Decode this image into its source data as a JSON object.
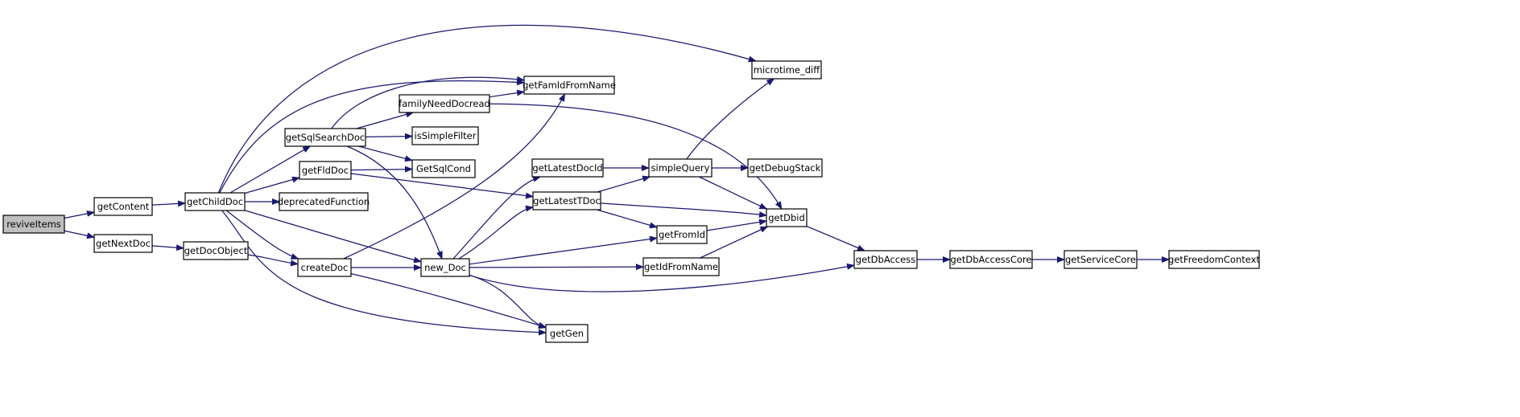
{
  "diagram": {
    "nodes": [
      {
        "id": "reviveItems",
        "label": "reviveItems",
        "root": true
      },
      {
        "id": "getContent",
        "label": "getContent"
      },
      {
        "id": "getNextDoc",
        "label": "getNextDoc"
      },
      {
        "id": "getChildDoc",
        "label": "getChildDoc"
      },
      {
        "id": "getDocObject",
        "label": "getDocObject"
      },
      {
        "id": "getSqlSearchDoc",
        "label": "getSqlSearchDoc"
      },
      {
        "id": "getFldDoc",
        "label": "getFldDoc"
      },
      {
        "id": "deprecatedFunction",
        "label": "deprecatedFunction"
      },
      {
        "id": "createDoc",
        "label": "createDoc"
      },
      {
        "id": "familyNeedDocread",
        "label": "familyNeedDocread"
      },
      {
        "id": "isSimpleFilter",
        "label": "isSimpleFilter"
      },
      {
        "id": "GetSqlCond",
        "label": "GetSqlCond"
      },
      {
        "id": "new_Doc",
        "label": "new_Doc"
      },
      {
        "id": "getFamIdFromName",
        "label": "getFamIdFromName"
      },
      {
        "id": "getLatestDocId",
        "label": "getLatestDocId"
      },
      {
        "id": "getLatestTDoc",
        "label": "getLatestTDoc"
      },
      {
        "id": "getGen",
        "label": "getGen"
      },
      {
        "id": "simpleQuery",
        "label": "simpleQuery"
      },
      {
        "id": "getFromId",
        "label": "getFromId"
      },
      {
        "id": "getIdFromName",
        "label": "getIdFromName"
      },
      {
        "id": "microtime_diff",
        "label": "microtime_diff"
      },
      {
        "id": "getDebugStack",
        "label": "getDebugStack"
      },
      {
        "id": "getDbid",
        "label": "getDbid"
      },
      {
        "id": "getDbAccess",
        "label": "getDbAccess"
      },
      {
        "id": "getDbAccessCore",
        "label": "getDbAccessCore"
      },
      {
        "id": "getServiceCore",
        "label": "getServiceCore"
      },
      {
        "id": "getFreedomContext",
        "label": "getFreedomContext"
      }
    ],
    "edges": [
      [
        "reviveItems",
        "getContent"
      ],
      [
        "reviveItems",
        "getNextDoc"
      ],
      [
        "getContent",
        "getChildDoc"
      ],
      [
        "getNextDoc",
        "getDocObject"
      ],
      [
        "getChildDoc",
        "microtime_diff"
      ],
      [
        "getChildDoc",
        "getFamIdFromName"
      ],
      [
        "getChildDoc",
        "getSqlSearchDoc"
      ],
      [
        "getChildDoc",
        "getFldDoc"
      ],
      [
        "getChildDoc",
        "deprecatedFunction"
      ],
      [
        "getChildDoc",
        "createDoc"
      ],
      [
        "getChildDoc",
        "new_Doc"
      ],
      [
        "getChildDoc",
        "getGen"
      ],
      [
        "getDocObject",
        "createDoc"
      ],
      [
        "getSqlSearchDoc",
        "getFamIdFromName"
      ],
      [
        "getSqlSearchDoc",
        "familyNeedDocread"
      ],
      [
        "getSqlSearchDoc",
        "isSimpleFilter"
      ],
      [
        "getSqlSearchDoc",
        "GetSqlCond"
      ],
      [
        "getSqlSearchDoc",
        "new_Doc"
      ],
      [
        "getFldDoc",
        "GetSqlCond"
      ],
      [
        "getFldDoc",
        "getLatestTDoc"
      ],
      [
        "familyNeedDocread",
        "getFamIdFromName"
      ],
      [
        "familyNeedDocread",
        "getDbid"
      ],
      [
        "createDoc",
        "getFamIdFromName"
      ],
      [
        "createDoc",
        "new_Doc"
      ],
      [
        "createDoc",
        "getGen"
      ],
      [
        "new_Doc",
        "getLatestDocId"
      ],
      [
        "new_Doc",
        "getLatestTDoc"
      ],
      [
        "new_Doc",
        "getFromId"
      ],
      [
        "new_Doc",
        "getIdFromName"
      ],
      [
        "new_Doc",
        "getDbAccess"
      ],
      [
        "new_Doc",
        "getGen"
      ],
      [
        "getLatestDocId",
        "simpleQuery"
      ],
      [
        "getLatestTDoc",
        "simpleQuery"
      ],
      [
        "getLatestTDoc",
        "getDbid"
      ],
      [
        "getLatestTDoc",
        "getFromId"
      ],
      [
        "simpleQuery",
        "microtime_diff"
      ],
      [
        "simpleQuery",
        "getDebugStack"
      ],
      [
        "simpleQuery",
        "getDbid"
      ],
      [
        "getFromId",
        "getDbid"
      ],
      [
        "getIdFromName",
        "getDbid"
      ],
      [
        "getDbid",
        "getDbAccess"
      ],
      [
        "getDbAccess",
        "getDbAccessCore"
      ],
      [
        "getDbAccessCore",
        "getServiceCore"
      ],
      [
        "getServiceCore",
        "getFreedomContext"
      ]
    ],
    "colors": {
      "edge": "#191970",
      "node_border": "#000000",
      "node_fill": "#ffffff",
      "root_fill": "#bfbfbf"
    }
  }
}
